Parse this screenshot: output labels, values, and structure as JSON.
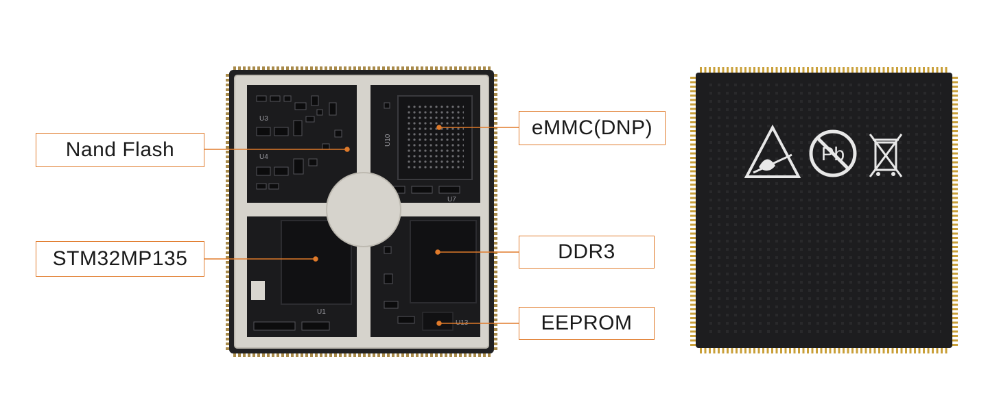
{
  "labels": {
    "nand_flash": "Nand Flash",
    "stm32": "STM32MP135",
    "emmc": "eMMC(DNP)",
    "ddr3": "DDR3",
    "eeprom": "EEPROM"
  },
  "silkscreen": {
    "u3": "U3",
    "u4": "U4",
    "u1": "U1",
    "u10": "U10",
    "u7": "U7",
    "u13": "U13"
  },
  "colors": {
    "leader_line": "#e07a2a",
    "callout_border": "#e07a2a",
    "pcb": "#1c1c1e",
    "shield": "#d6d3cc",
    "pad_gold": "#c9a03a"
  },
  "icons": [
    "esd-warning-triangle-icon",
    "lead-free-pb-icon",
    "weee-crossed-bin-icon"
  ]
}
